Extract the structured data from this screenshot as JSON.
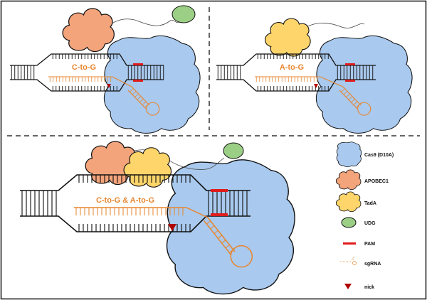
{
  "panels": {
    "top_left": {
      "edit_label": "C-to-G"
    },
    "top_right": {
      "edit_label": "A-to-G"
    },
    "bottom": {
      "edit_label": "C-to-G & A-to-G"
    }
  },
  "legend": [
    {
      "key": "cas9",
      "label": "Cas9 (D10A)"
    },
    {
      "key": "apobec1",
      "label": "APOBEC1"
    },
    {
      "key": "tada",
      "label": "TadA"
    },
    {
      "key": "udg",
      "label": "UDG"
    },
    {
      "key": "pam",
      "label": "PAM"
    },
    {
      "key": "sgrna",
      "label": "sgRNA"
    },
    {
      "key": "nick",
      "label": "nick"
    }
  ],
  "colors": {
    "cas9": "#a9c9ee",
    "apobec1": "#f4a47b",
    "tada": "#fdd56a",
    "udg": "#9ccf86",
    "pam": "#e01b1b",
    "sgrna": "#e8862f",
    "nick": "#b00000",
    "dna": "#111111"
  }
}
